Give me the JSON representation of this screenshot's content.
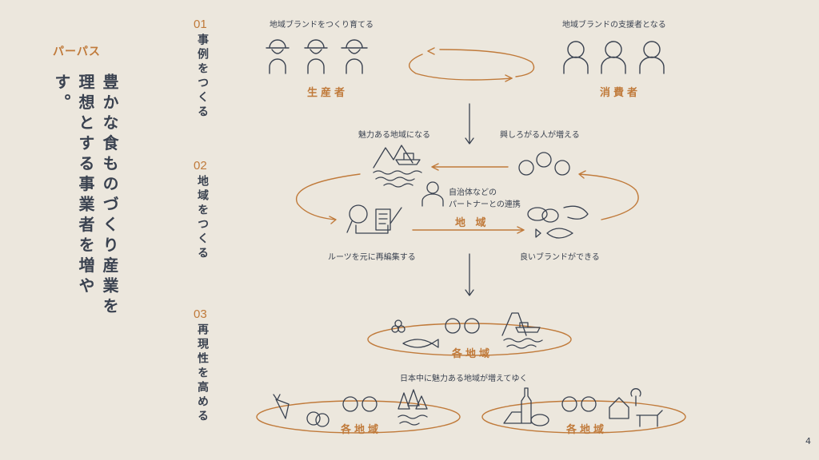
{
  "purpose": {
    "label": "パーパス",
    "statement": "豊かな食ものづくり産業を理想とする事業者を増やす。"
  },
  "sections": [
    {
      "number": "01",
      "title": "事例をつくる"
    },
    {
      "number": "02",
      "title": "地域をつくる"
    },
    {
      "number": "03",
      "title": "再現性を高める"
    }
  ],
  "step1": {
    "left_caption": "地域ブランドをつくり育てる",
    "right_caption": "地域ブランドの支援者となる",
    "producers": "生産者",
    "consumers": "消費者"
  },
  "step2": {
    "top_left": "魅力ある地域になる",
    "top_right": "興しろがる人が増える",
    "partner": "自治体などの\nパートナーとの連携",
    "center": "地 域",
    "bottom_left": "ルーツを元に再編集する",
    "bottom_right": "良いブランドができる"
  },
  "step3": {
    "region_label": "各地域",
    "caption": "日本中に魅力ある地域が増えてゆく"
  },
  "page_number": "4",
  "colors": {
    "accent": "#c07a3a",
    "ink": "#3a4250",
    "background": "#ece7dd"
  }
}
